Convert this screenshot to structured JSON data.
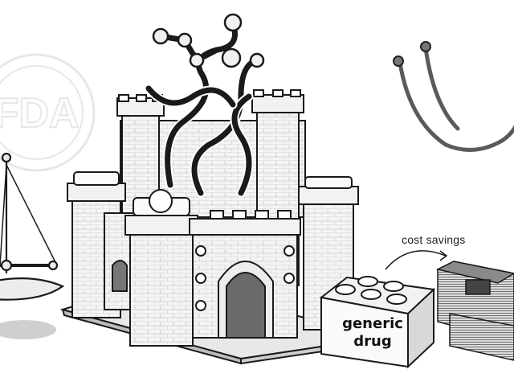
{
  "labels": {
    "cost_savings": "cost savings",
    "brick_line1": "generic",
    "brick_line2": "drug"
  },
  "watermark_text": "FDA",
  "colors": {
    "ink": "#1a1a1a",
    "paper": "#ffffff",
    "light_gray": "#e6e6e6",
    "mid_gray": "#c8c8c8",
    "dark_gray": "#555555",
    "stethoscope": "#5a5a5a",
    "money": "#6e6e6e"
  },
  "icons": [
    "scale-icon",
    "stethoscope-icon",
    "molecule-icon",
    "arrow-icon",
    "money-stack-icon"
  ]
}
